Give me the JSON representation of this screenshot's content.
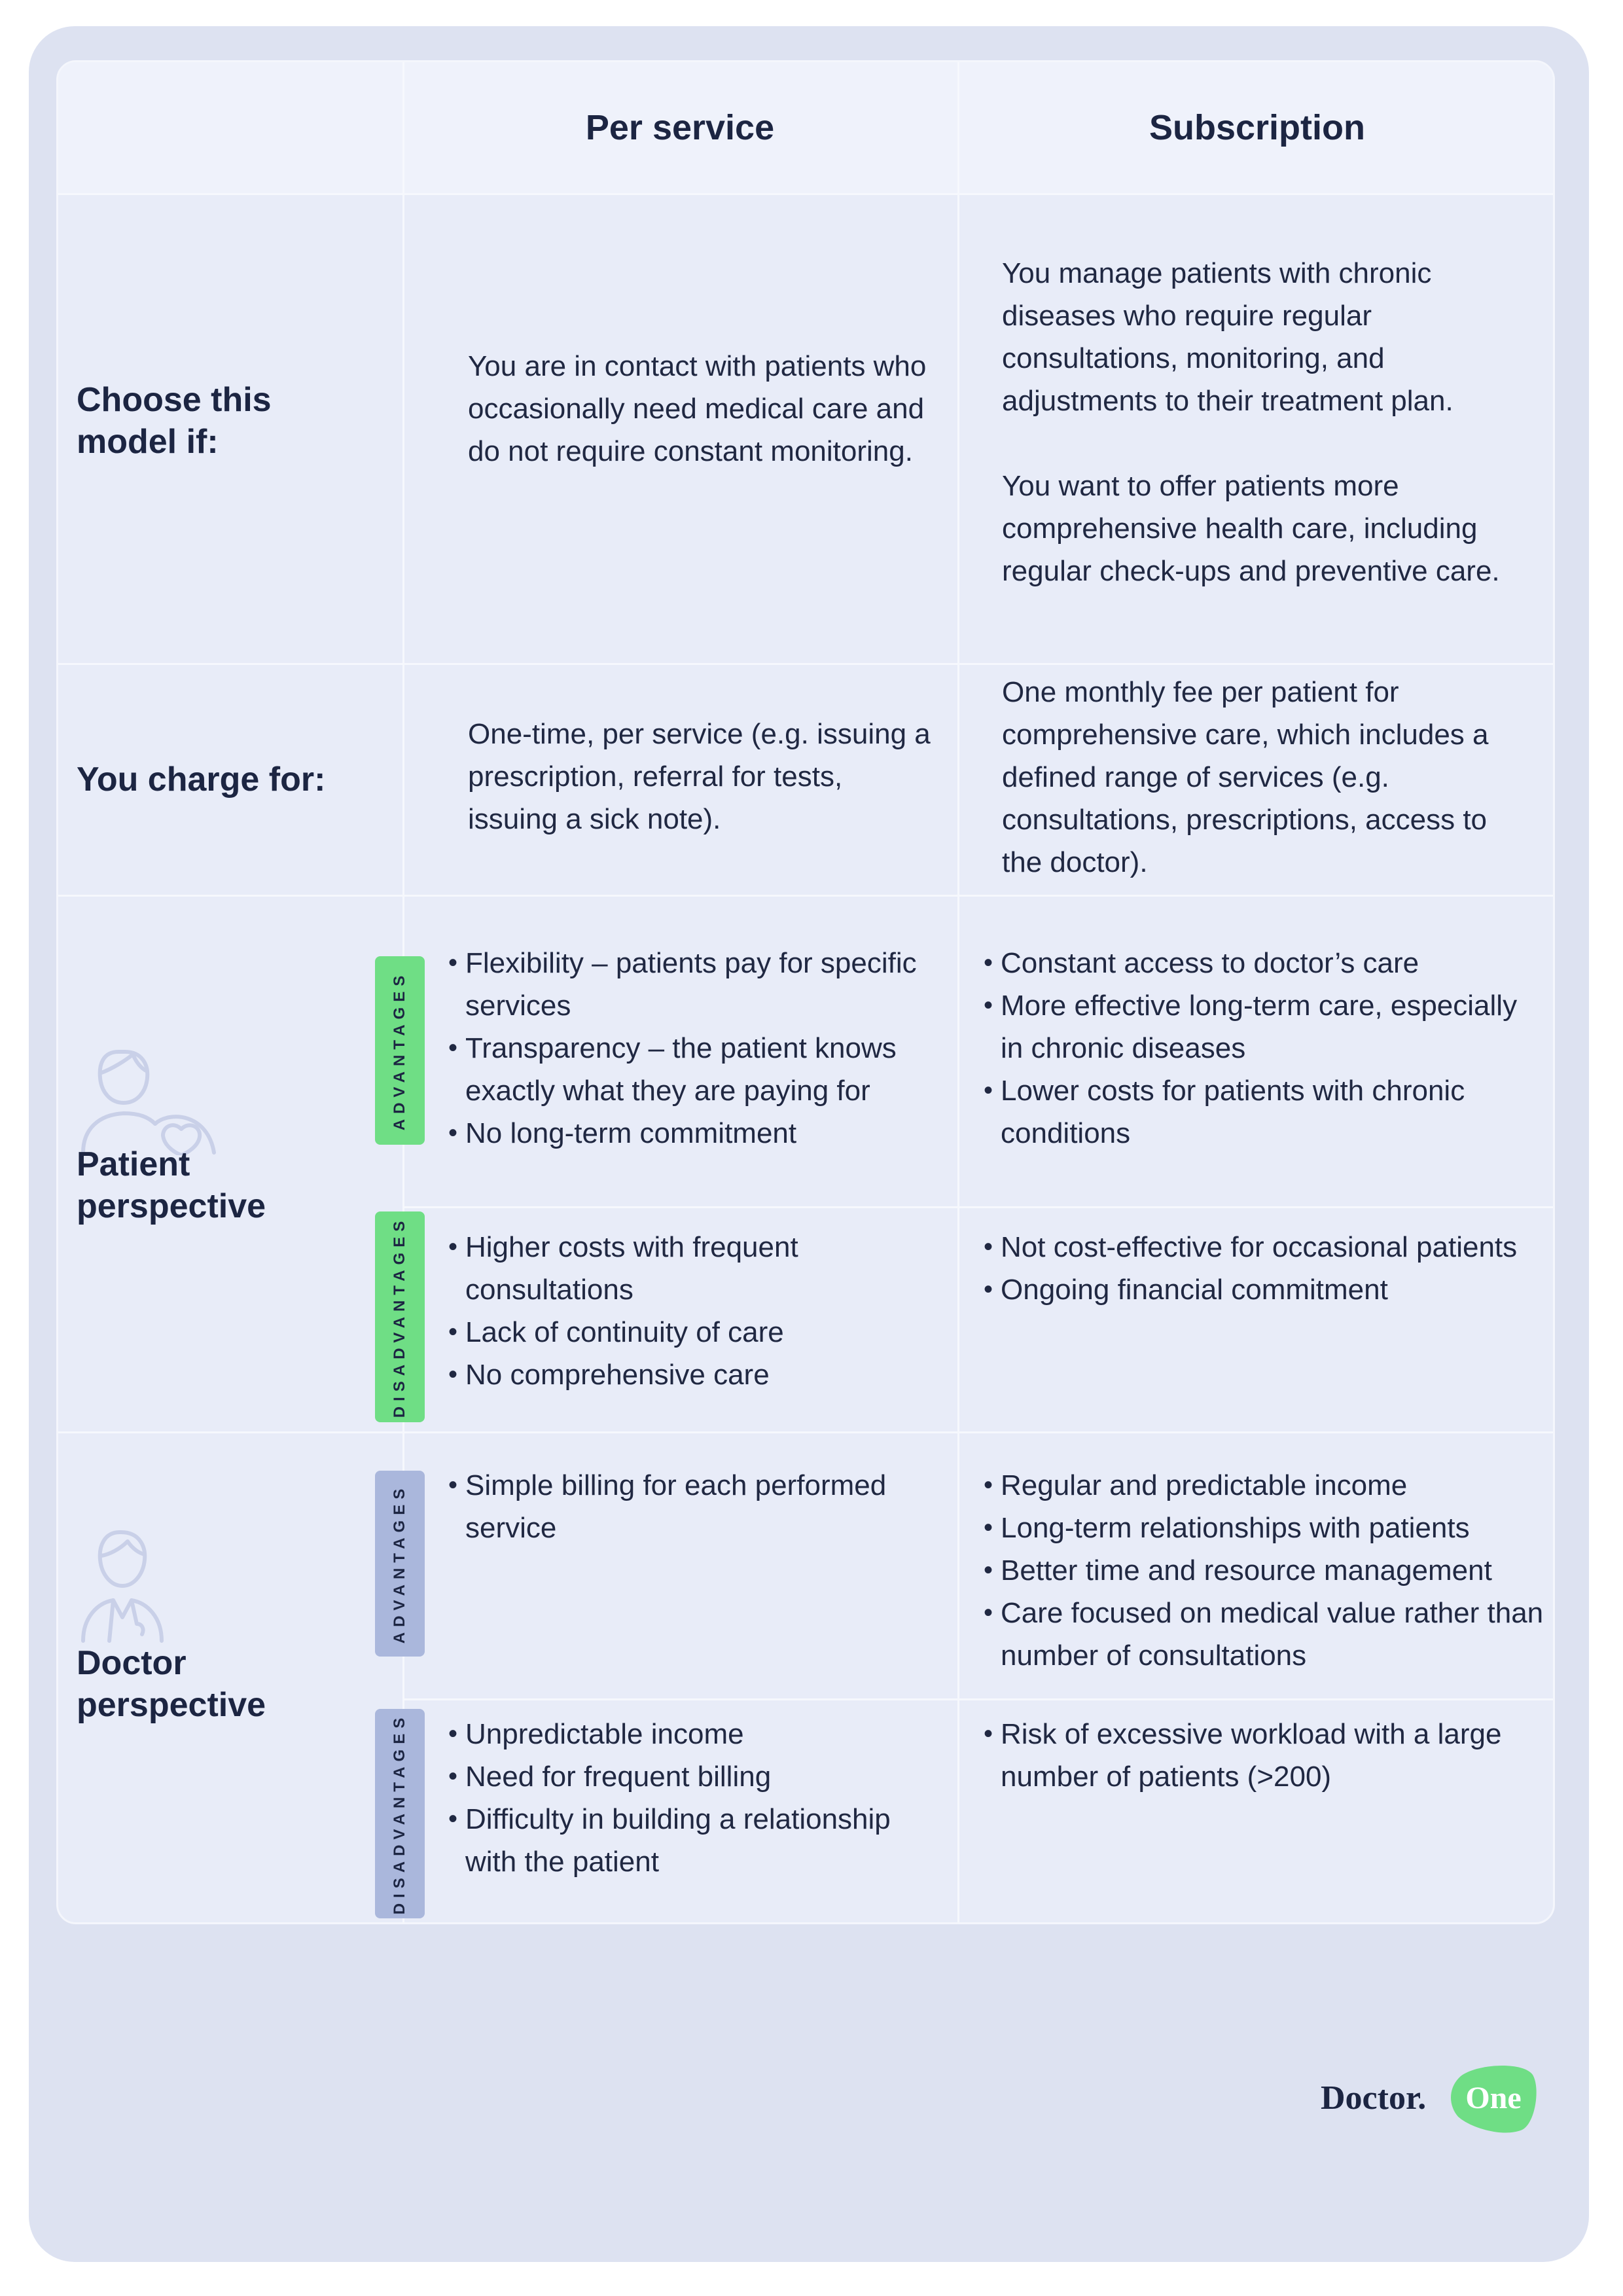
{
  "columns": {
    "per_service": "Per service",
    "subscription": "Subscription"
  },
  "rows": {
    "choose": {
      "label": "Choose this model if:",
      "per_service": "You are in contact with patients who occasionally need medical care and do not require constant monitoring.",
      "subscription_p1": "You manage patients with chronic diseases who require regular consultations, monitoring, and adjustments to their treatment plan.",
      "subscription_p2": "You want to offer patients more comprehensive health care, including regular check-ups and preventive care."
    },
    "charge": {
      "label": "You charge for:",
      "per_service": "One-time, per service (e.g. issuing a prescription, referral for tests, issuing a sick note).",
      "subscription": "One monthly fee per patient for comprehensive care, which includes a defined range of services (e.g. consultations, prescriptions, access to the doctor)."
    },
    "patient": {
      "label": "Patient perspective",
      "icon": "patient-heart-icon",
      "advantages_tag": "ADVANTAGES",
      "disadvantages_tag": "DISADVANTAGES",
      "per_service_advantages": [
        "Flexibility – patients pay for specific services",
        "Transparency – the patient knows exactly what they are paying for",
        "No long-term commitment"
      ],
      "subscription_advantages": [
        "Constant access to doctor’s care",
        "More effective long-term care, especially in chronic diseases",
        "Lower costs for patients with chronic conditions"
      ],
      "per_service_disadvantages": [
        "Higher costs with frequent consultations",
        "Lack of continuity of care",
        "No comprehensive care"
      ],
      "subscription_disadvantages": [
        "Not cost-effective for occasional patients",
        "Ongoing financial commitment"
      ]
    },
    "doctor": {
      "label": "Doctor perspective",
      "icon": "doctor-icon",
      "advantages_tag": "ADVANTAGES",
      "disadvantages_tag": "DISADVANTAGES",
      "per_service_advantages": [
        "Simple billing for each performed service"
      ],
      "subscription_advantages": [
        "Regular and predictable income",
        "Long-term relationships with patients",
        "Better time and resource management",
        "Care focused on medical value rather than number of consultations"
      ],
      "per_service_disadvantages": [
        "Unpredictable income",
        "Need for frequent billing",
        "Difficulty in building a relationship with the patient"
      ],
      "subscription_disadvantages": [
        "Risk of excessive workload with a large number of patients (>200)"
      ]
    }
  },
  "logo": {
    "text": "Doctor.",
    "badge": "One"
  },
  "colors": {
    "card_bg": "#dde2f1",
    "table_bg": "#e8ecf8",
    "header_bg": "#eff2fb",
    "advantages_patient": "#6fde85",
    "advantages_doctor": "#aab7dc",
    "text": "#1c2542"
  }
}
